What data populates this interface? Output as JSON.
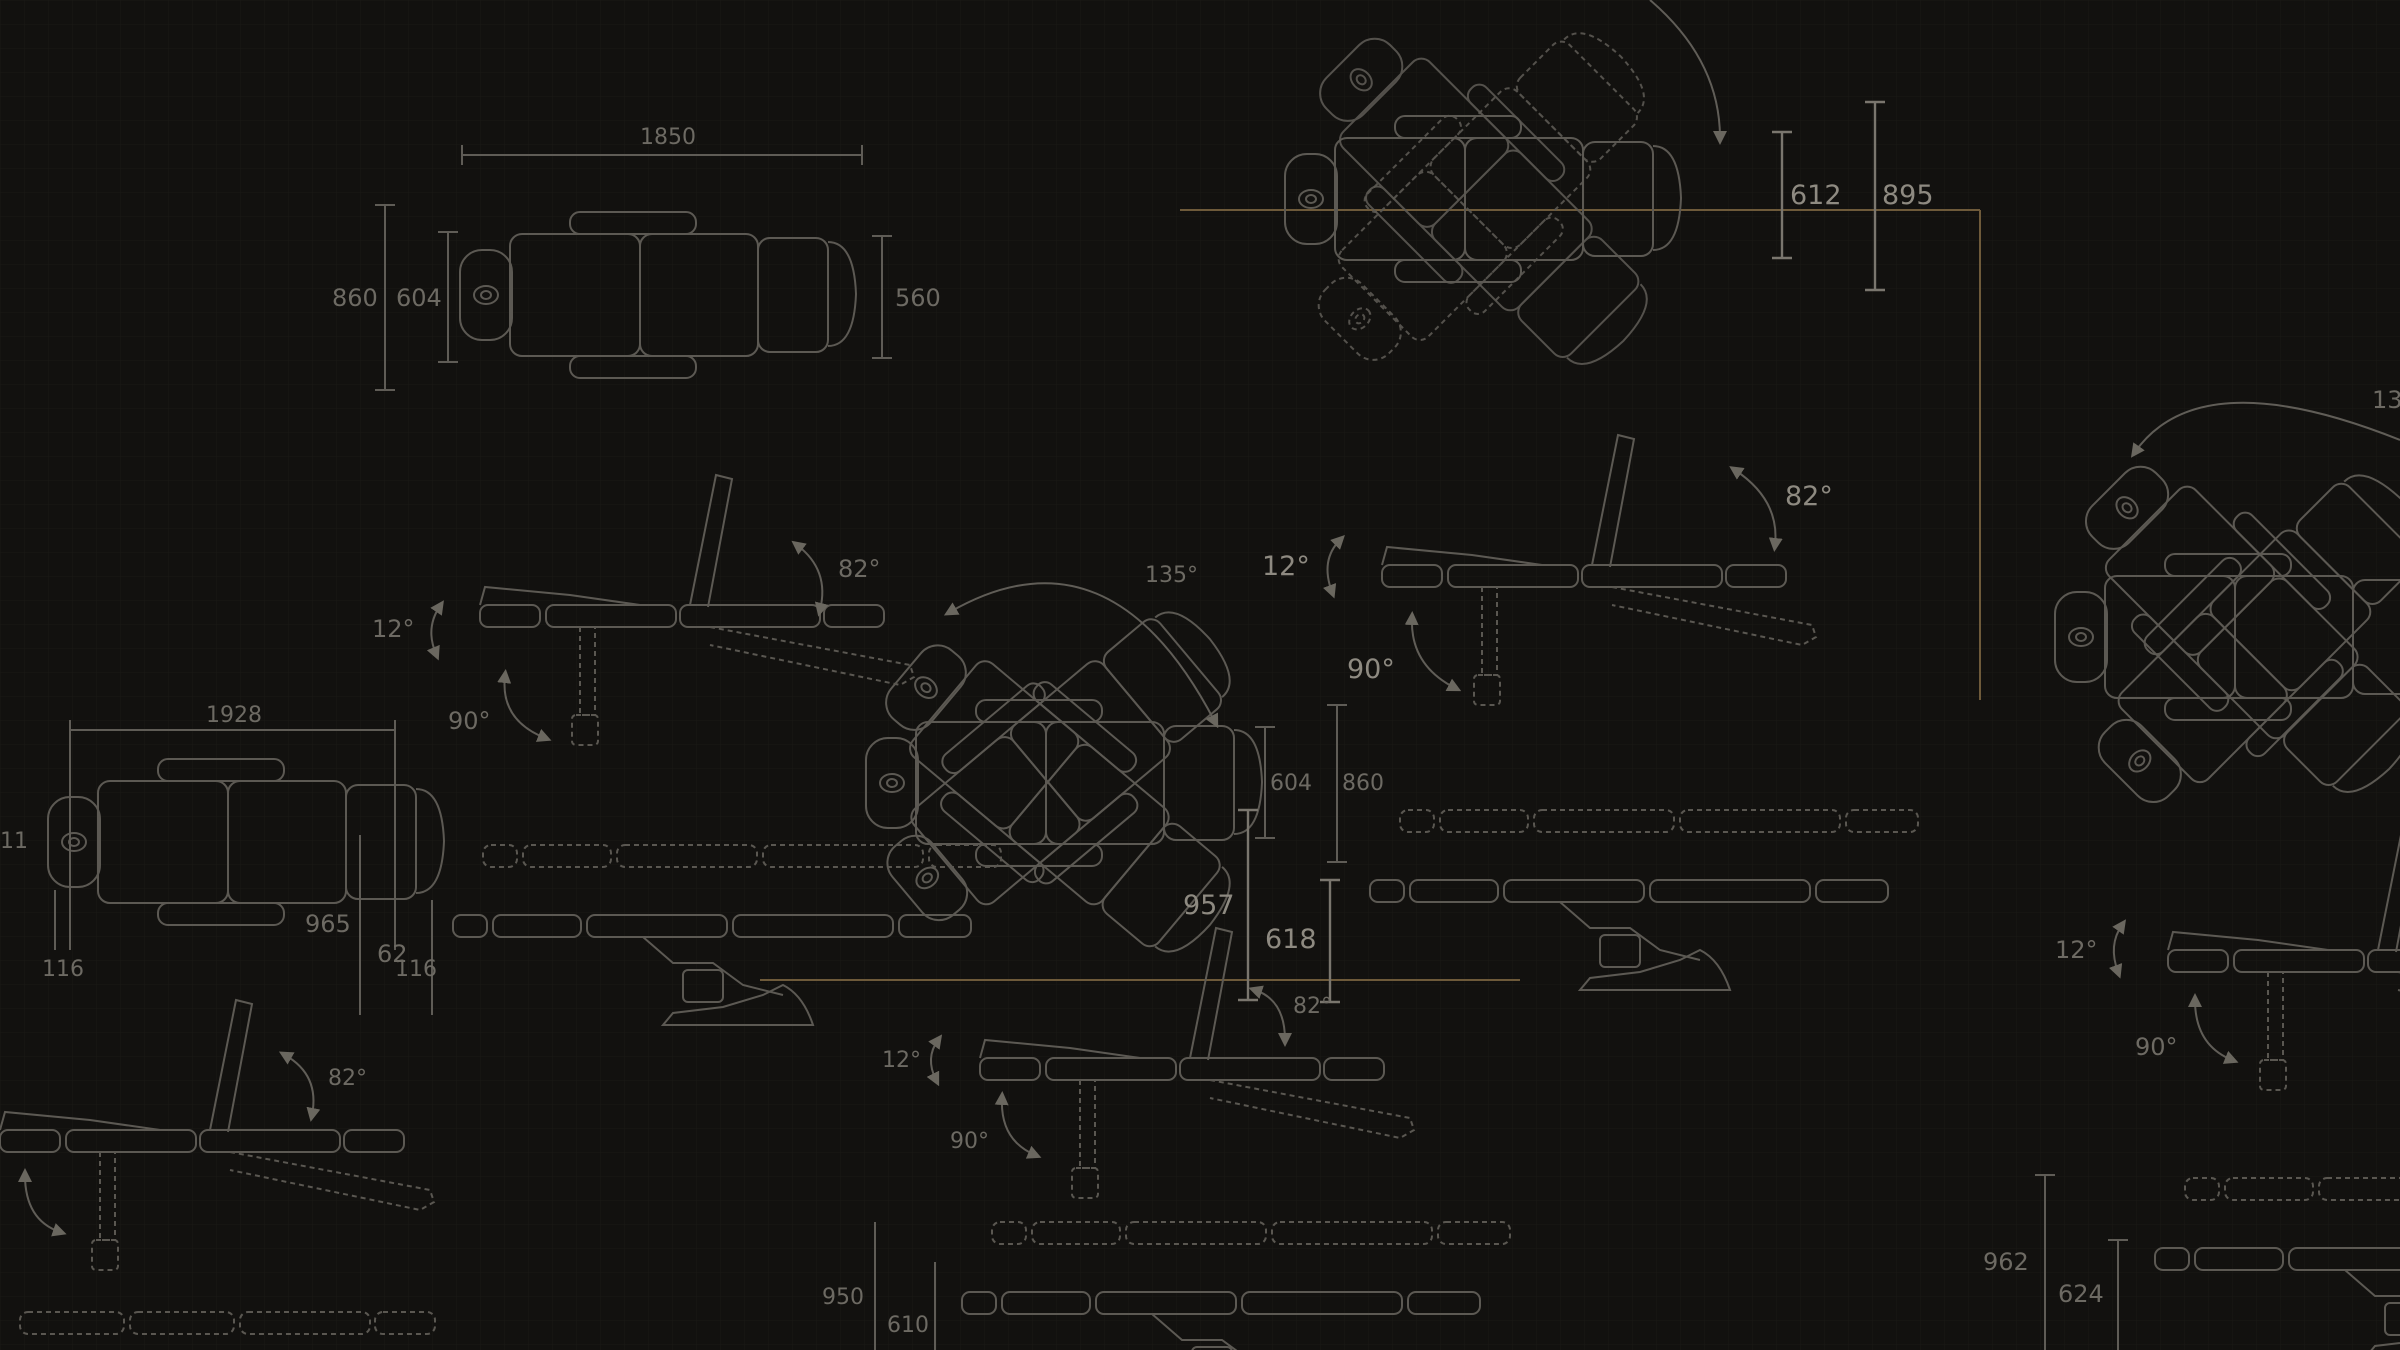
{
  "dimension_labels": {
    "top_left_width": "1850",
    "top_left_total_height": "860",
    "top_left_body_height": "604",
    "top_left_right_height": "560",
    "top_right_height_a": "612",
    "top_right_height_b": "895",
    "far_right_angle": "13",
    "center_angle_135": "135°",
    "left_side_82": "82°",
    "left_side_12": "12°",
    "left_side_90": "90°",
    "right_side_82": "82°",
    "right_side_12": "12°",
    "right_side_90": "90°",
    "left_width_1928": "1928",
    "left_edge_11": "11",
    "left_965": "965",
    "left_62x": "62",
    "left_116a": "116",
    "left_116b": "116",
    "center_604": "604",
    "center_860": "860",
    "center_957": "957",
    "center_618": "618",
    "center_82": "82°",
    "bottom_left_82": "82°",
    "bottom_center_12": "12°",
    "bottom_center_90": "90°",
    "far_right_12": "12°",
    "far_right_90": "90°",
    "bottom_950": "950",
    "bottom_610": "610",
    "bottom_right_962": "962",
    "bottom_right_624": "624"
  }
}
